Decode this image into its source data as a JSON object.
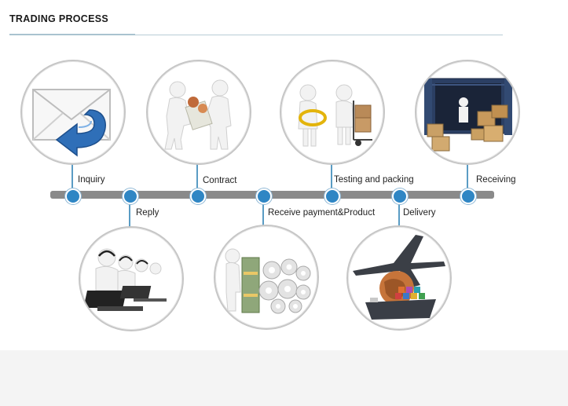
{
  "header": {
    "title": "TRADING PROCESS"
  },
  "steps": {
    "inquiry": "Inquiry",
    "reply": "Reply",
    "contract": "Contract",
    "receive_payment": "Receive payment&Product",
    "testing": "Testing and packing",
    "delivery": "Delivery",
    "receiving": "Receiving"
  },
  "icons": {
    "inquiry": "envelope-reply-icon",
    "reply": "call-center-icon",
    "contract": "handshake-contract-icon",
    "receive_payment": "money-and-gears-icon",
    "testing": "measuring-and-cart-icon",
    "delivery": "airplane-globe-ship-icon",
    "receiving": "container-boxes-icon"
  },
  "colors": {
    "node": "#2f86c4",
    "timeline": "#8a8a8a",
    "circle_border": "#c6c6c6"
  }
}
